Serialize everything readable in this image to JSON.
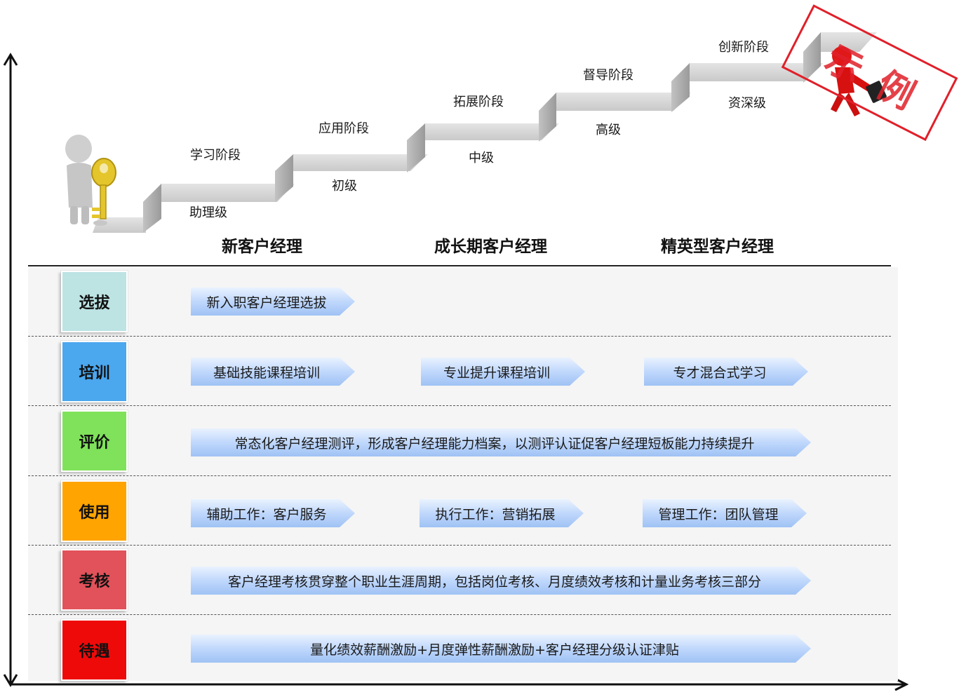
{
  "stairs": {
    "upper_labels": [
      "学习阶段",
      "应用阶段",
      "拓展阶段",
      "督导阶段",
      "创新阶段"
    ],
    "lower_labels": [
      "助理级",
      "初级",
      "中级",
      "高级",
      "资深级"
    ]
  },
  "phases": [
    "新客户经理",
    "成长期客户经理",
    "精英型客户经理"
  ],
  "stamp": {
    "text": "示 例",
    "color": "#e0202a"
  },
  "rows": [
    {
      "category": "选拔",
      "color": "#bde3e3",
      "items": [
        "新入职客户经理选拔"
      ]
    },
    {
      "category": "培训",
      "color": "#4ba7ee",
      "items": [
        "基础技能课程培训",
        "专业提升课程培训",
        "专才混合式学习"
      ]
    },
    {
      "category": "评价",
      "color": "#7fe25a",
      "items": [
        "常态化客户经理测评，形成客户经理能力档案，以测评认证促客户经理短板能力持续提升"
      ]
    },
    {
      "category": "使用",
      "color": "#ffa400",
      "items": [
        "辅助工作：客户服务",
        "执行工作：营销拓展",
        "管理工作：团队管理"
      ]
    },
    {
      "category": "考核",
      "color": "#e2525a",
      "items": [
        "客户经理考核贯穿整个职业生涯周期，包括岗位考核、月度绩效考核和计量业务考核三部分"
      ]
    },
    {
      "category": "待遇",
      "color": "#ef0a0a",
      "items": [
        "量化绩效薪酬激励+月度弹性薪酬激励+客户经理分级认证津贴"
      ]
    }
  ]
}
